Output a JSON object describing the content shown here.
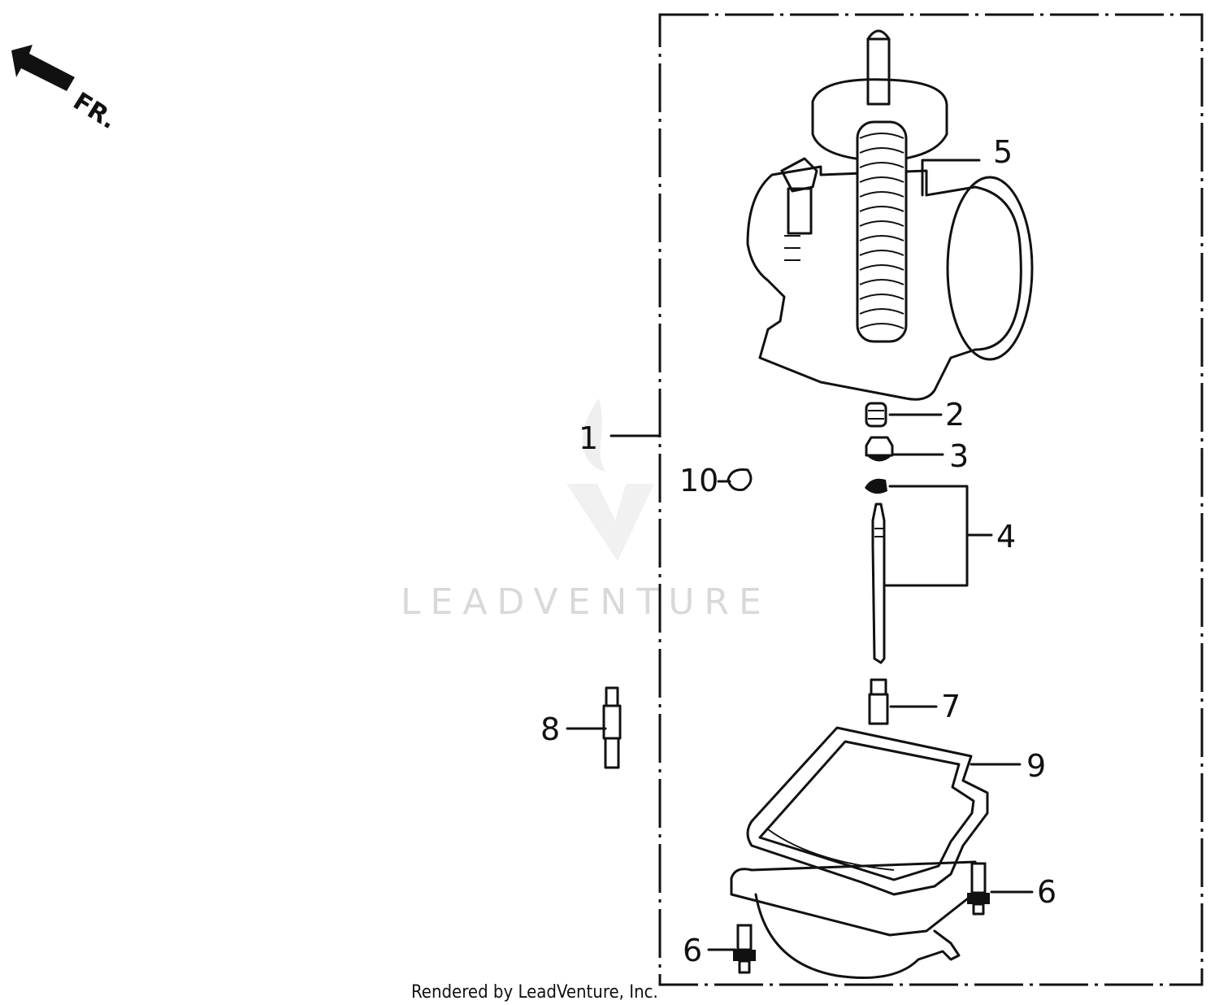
{
  "diagram": {
    "direction_label": "FR.",
    "watermark": "LEADVENTURE",
    "credit": "Rendered by LeadVenture, Inc.",
    "callouts": {
      "c1": "1",
      "c2": "2",
      "c3": "3",
      "c4": "4",
      "c5": "5",
      "c6a": "6",
      "c6b": "6",
      "c7": "7",
      "c8": "8",
      "c9": "9",
      "c10": "10"
    }
  }
}
